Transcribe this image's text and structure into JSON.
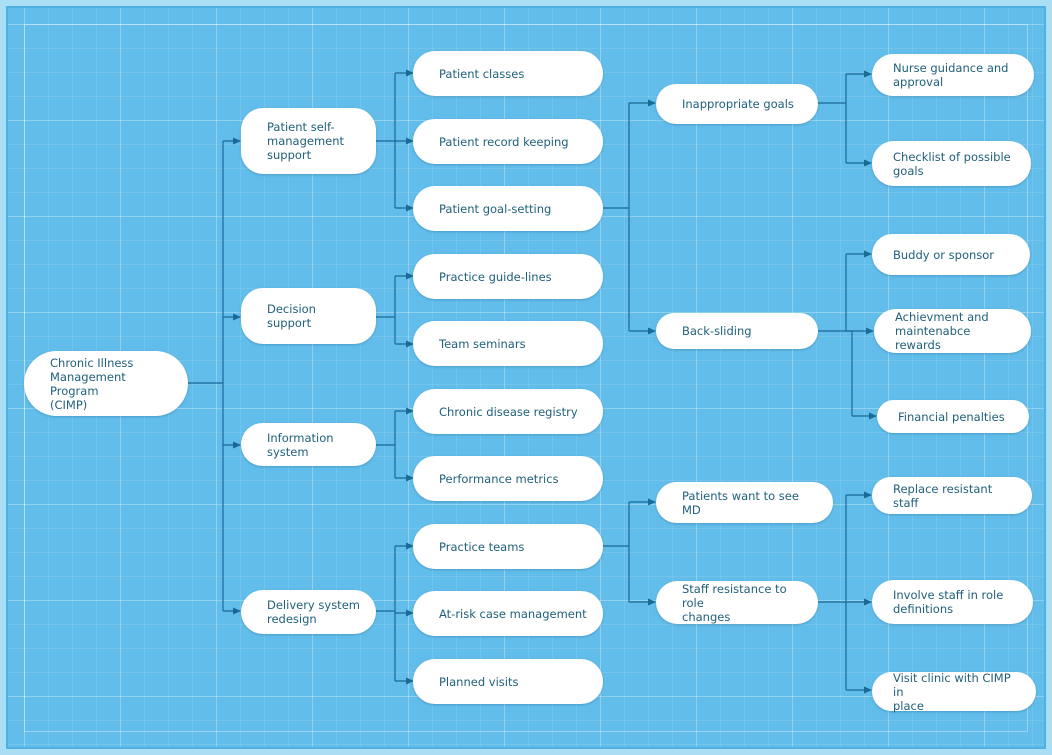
{
  "diagram": {
    "root": {
      "label": "Chronic Illness\nManagement Program\n(CIMP)"
    },
    "categories": {
      "self_management": "Patient self-\nmanagement\nsupport",
      "decision_support": "Decision support",
      "information_system": "Information\nsystem",
      "delivery_redesign": "Delivery system\nredesign"
    },
    "actions": {
      "patient_classes": "Patient classes",
      "patient_record_keeping": "Patient record keeping",
      "patient_goal_setting": "Patient goal-setting",
      "practice_guidelines": "Practice guide-lines",
      "team_seminars": "Team seminars",
      "chronic_disease_registry": "Chronic disease registry",
      "performance_metrics": "Performance metrics",
      "practice_teams": "Practice teams",
      "at_risk_case_management": "At-risk case management",
      "planned_visits": "Planned visits"
    },
    "problems": {
      "inappropriate_goals": "Inappropriate goals",
      "back_sliding": "Back-sliding",
      "patients_want_md": "Patients want to see MD",
      "staff_resistance": "Staff resistance to role\nchanges"
    },
    "solutions": {
      "nurse_guidance": "Nurse guidance and\napproval",
      "checklist_goals": "Checklist of possible\ngoals",
      "buddy_sponsor": "Buddy or sponsor",
      "achievement_rewards": "Achievment and\nmaintenabce rewards",
      "financial_penalties": "Financial penalties",
      "replace_staff": "Replace resistant staff",
      "involve_staff": "Involve staff in role\ndefinitions",
      "visit_clinic": "Visit clinic with CIMP in\nplace"
    },
    "colors": {
      "background": "#62bdea",
      "node_fill": "#ffffff",
      "node_text": "#1f5f7a",
      "connector": "#1a6a96"
    }
  }
}
